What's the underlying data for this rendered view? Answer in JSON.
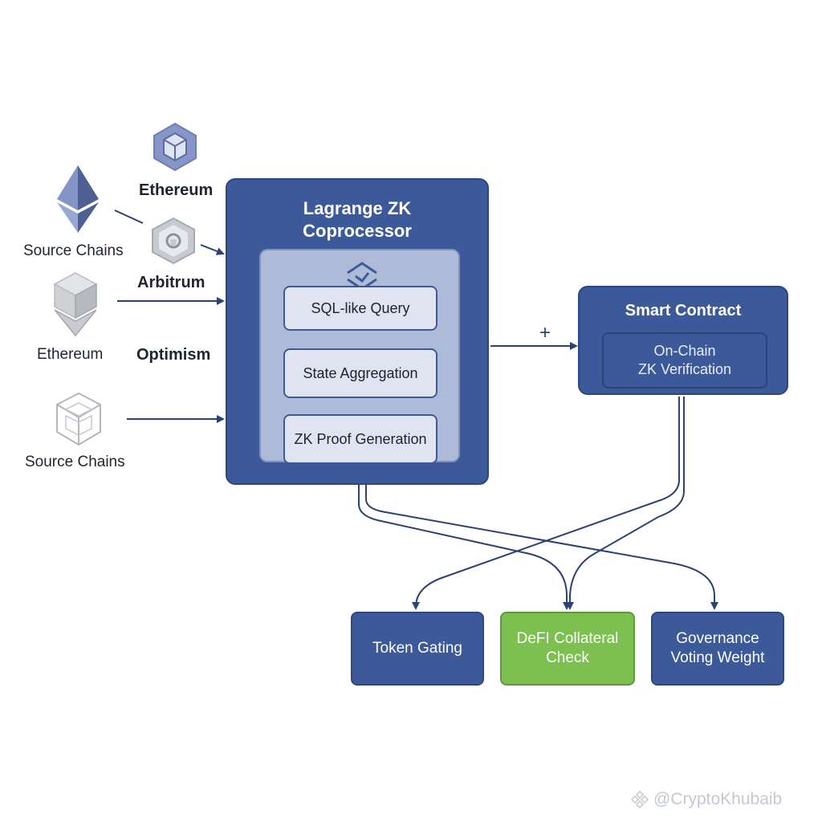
{
  "colors": {
    "box_blue": "#3c5a99",
    "inner_panel": "#aebbd8",
    "step_fill": "#dfe4f0",
    "accent_green": "#7cc04f",
    "arrow": "#2c4275",
    "flow_arrow_green": "#5a9a2e"
  },
  "sources": {
    "top_icon": "cube-icon",
    "top_label": "Ethereum",
    "eth_icon": "ethereum-diamond-icon",
    "eth_caption": "Source Chains",
    "arb_icon": "arbitrum-shield-icon",
    "arb_label": "Arbitrum",
    "mid_icon": "hex-cube-icon",
    "mid_caption": "Ethereum",
    "opt_label": "Optimism",
    "bottom_icon": "wireframe-cube-icon",
    "bottom_caption": "Source Chains"
  },
  "coprocessor": {
    "title_line1": "Lagrange ZK",
    "title_line2": "Coprocessor",
    "steps": [
      "SQL-like Query",
      "State Aggregation",
      "ZK Proof Generation"
    ]
  },
  "connector_plus": "+",
  "smart_contract": {
    "title": "Smart Contract",
    "inner_line1": "On-Chain",
    "inner_line2": "ZK Verification"
  },
  "use_cases": {
    "token_gating": "Token Gating",
    "defi_line1": "DeFI Collateral",
    "defi_line2": "Check",
    "gov_line1": "Governance",
    "gov_line2": "Voting Weight"
  },
  "watermark": "@CryptoKhubaib"
}
